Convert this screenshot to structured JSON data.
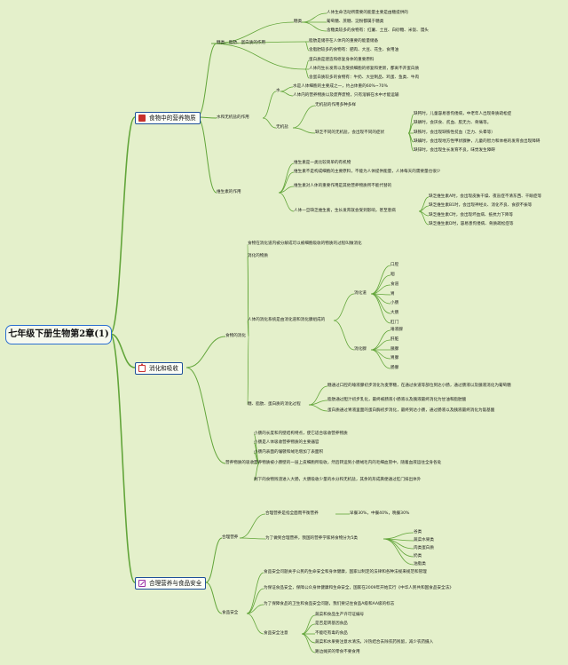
{
  "root": "七年级下册生物第2章(1)",
  "branch1": {
    "title": "食物中的营养物质",
    "icon": "flag-icon",
    "g1": {
      "label": "糖类、脂肪、蛋白质的作用",
      "sugar": {
        "label": "糖类",
        "items": [
          "人体生命活动所需要的能量主要是由糖提供的",
          "葡萄糖、蔗糖、淀粉都属于糖类",
          "含糖类较多的食物有：红薯、土豆、白砂糖、米饭、馒头"
        ]
      },
      "fat": {
        "items": [
          "脂肪是储存在人体内的重要的能量储备",
          "含脂肪较多的食物有：肥肉、大豆、花生、食用油"
        ]
      },
      "protein": {
        "items": [
          "蛋白质是建造和修复身体的重要原料",
          "人体的生长发育以及受损细胞的修复和更新，都离不开蛋白质",
          "含蛋白质较多的食物有：牛奶、大豆制品、鸡蛋、鱼类、牛肉"
        ]
      }
    },
    "g2": {
      "label": "水和无机盐的作用",
      "water": {
        "label": "水",
        "items": [
          "水是人体细胞的主要成之一，约占体重的60%~70%",
          "人体内的营养物质以及废弃废物，只有溶解在水中才能运输"
        ]
      },
      "salt": {
        "label": "无机盐",
        "items": [
          "无机盐的作用多种多样",
          "缺乏不同的无机盐，会出现不同的症状"
        ],
        "sub": [
          "缺钙时，儿童容易患佝偻病，中老年人出现骨质疏松症",
          "缺磷时，会厌食、贫血、肌无力、骨痛等。",
          "缺铁时，会出现缺铁性贫血（乏力、头晕等）",
          "缺碘时，会出现地方性甲状腺肿，儿童的智力和体格的发育会出现障碍",
          "缺锌时，会出现生长发育不良，味觉发生障碍"
        ]
      }
    },
    "g3": {
      "label": "维生素的作用",
      "items": [
        "维生素是一类比较简单的有机物",
        "维生素不是构成细胞的主要原料，不能为人体提供能量，人体每天的需要量也很少",
        "维生素对人体的重要作用是其他营养物质所不能代替的",
        "人体一旦缺乏维生素，生长发育就会受到影响，甚至患病"
      ],
      "sub": [
        "缺乏维生素A时，会出现皮肤干燥、夜盲症不清东西、干眼症等",
        "缺乏维生素B1时，会出现神经炎、消化不良、食欲不振等",
        "缺乏维生素C时，会出现坏血病、抵抗力下降等",
        "缺乏维生素D时，容易患佝偻病、骨质疏松症等"
      ]
    }
  },
  "branch2": {
    "title": "消化和吸收",
    "icon": "house-icon",
    "g1": {
      "label": "食物的消化",
      "items": [
        "食物在消化道内被分解成可以被细胞吸收的物质的过程叫做消化",
        "消化的物质"
      ],
      "system": {
        "label": "人体的消化系统是由消化道和消化腺组成的",
        "tract": {
          "label": "消化道",
          "items": [
            "口腔",
            "咽",
            "食道",
            "胃",
            "小肠",
            "大肠",
            "肛门"
          ]
        },
        "gland": {
          "label": "消化腺",
          "items": [
            "唾液腺",
            "肝脏",
            "胰腺",
            "胃腺",
            "肠腺"
          ]
        }
      },
      "nutrient": {
        "label": "糖、脂肪、蛋白质的消化过程",
        "items": [
          "糖通过口腔的唾液腺初步消化为麦芽糖，在通过食道等部位到达小肠，通过肠液以及胰液消化为葡萄糖",
          "脂肪通过胆汁初步乳化，最终被肠液小肠液以及胰液最终消化为甘油和脂肪酸",
          "蛋白质通过胃液里面的蛋白酶初步消化，最终到达小肠，通过肠液以及胰液最终消化为氨基酸"
        ]
      }
    },
    "g2": {
      "label": "营养物质的吸收",
      "items": [
        "小肠的长度和内壁结构特点，使它适合吸收营养物质",
        "小肠是人体吸收营养物质的主要器官",
        "小肠内表面的皱襞和绒毛增加了表面积",
        "营养物质被小肠壁的一层上皮细胞所吸收，然后转运到小肠绒毛内的毛细血管中，随着血液运往全身各处",
        "剩下的食物残渣进入大肠，大肠吸收少量的水分和无机盐，其余的形成粪便通过肛门排出体外"
      ]
    }
  },
  "branch3": {
    "title": "合理营养与食品安全",
    "icon": "tools-icon",
    "g1": {
      "label": "合理营养",
      "items": [
        "合理营养是指全面而平衡营养"
      ],
      "ratio": "早餐30%，中餐40%，晚餐30%",
      "pyramid": {
        "label": "为了做到合理营养，我国的营养学家将食物分为5类",
        "items": [
          "谷类",
          "蔬菜水果类",
          "肉类蛋白质",
          "奶类",
          "油脂类"
        ]
      }
    },
    "g2": {
      "label": "食品安全",
      "items": [
        "食品安全问题关乎公民的生命安全和身体健康，国家以制定的法律和各种法规来规范和管理",
        "为保证食品安全，保障公众身体健康和生命安全，国家在2009年开始实行《中华人民共和国食品安全法》",
        "为了保障食品的卫生和食品安全问题，我们要记住食品A级和AA级的标志"
      ],
      "attention": {
        "label": "食品安全注意",
        "items": [
          "蔬菜和食品生产许可证编号",
          "是否是转基因食品",
          "不能吃有毒的食品",
          "蔬菜和水果要注意水清洗，冷热结合去除农药残留，减少农药摄入",
          "路边摊买的零食不要食用"
        ]
      }
    }
  },
  "colors": {
    "background": "#e4f0cb",
    "line": "#62a53a",
    "branch_border": "#1e4f9a",
    "root_border": "#2b6fd1"
  }
}
